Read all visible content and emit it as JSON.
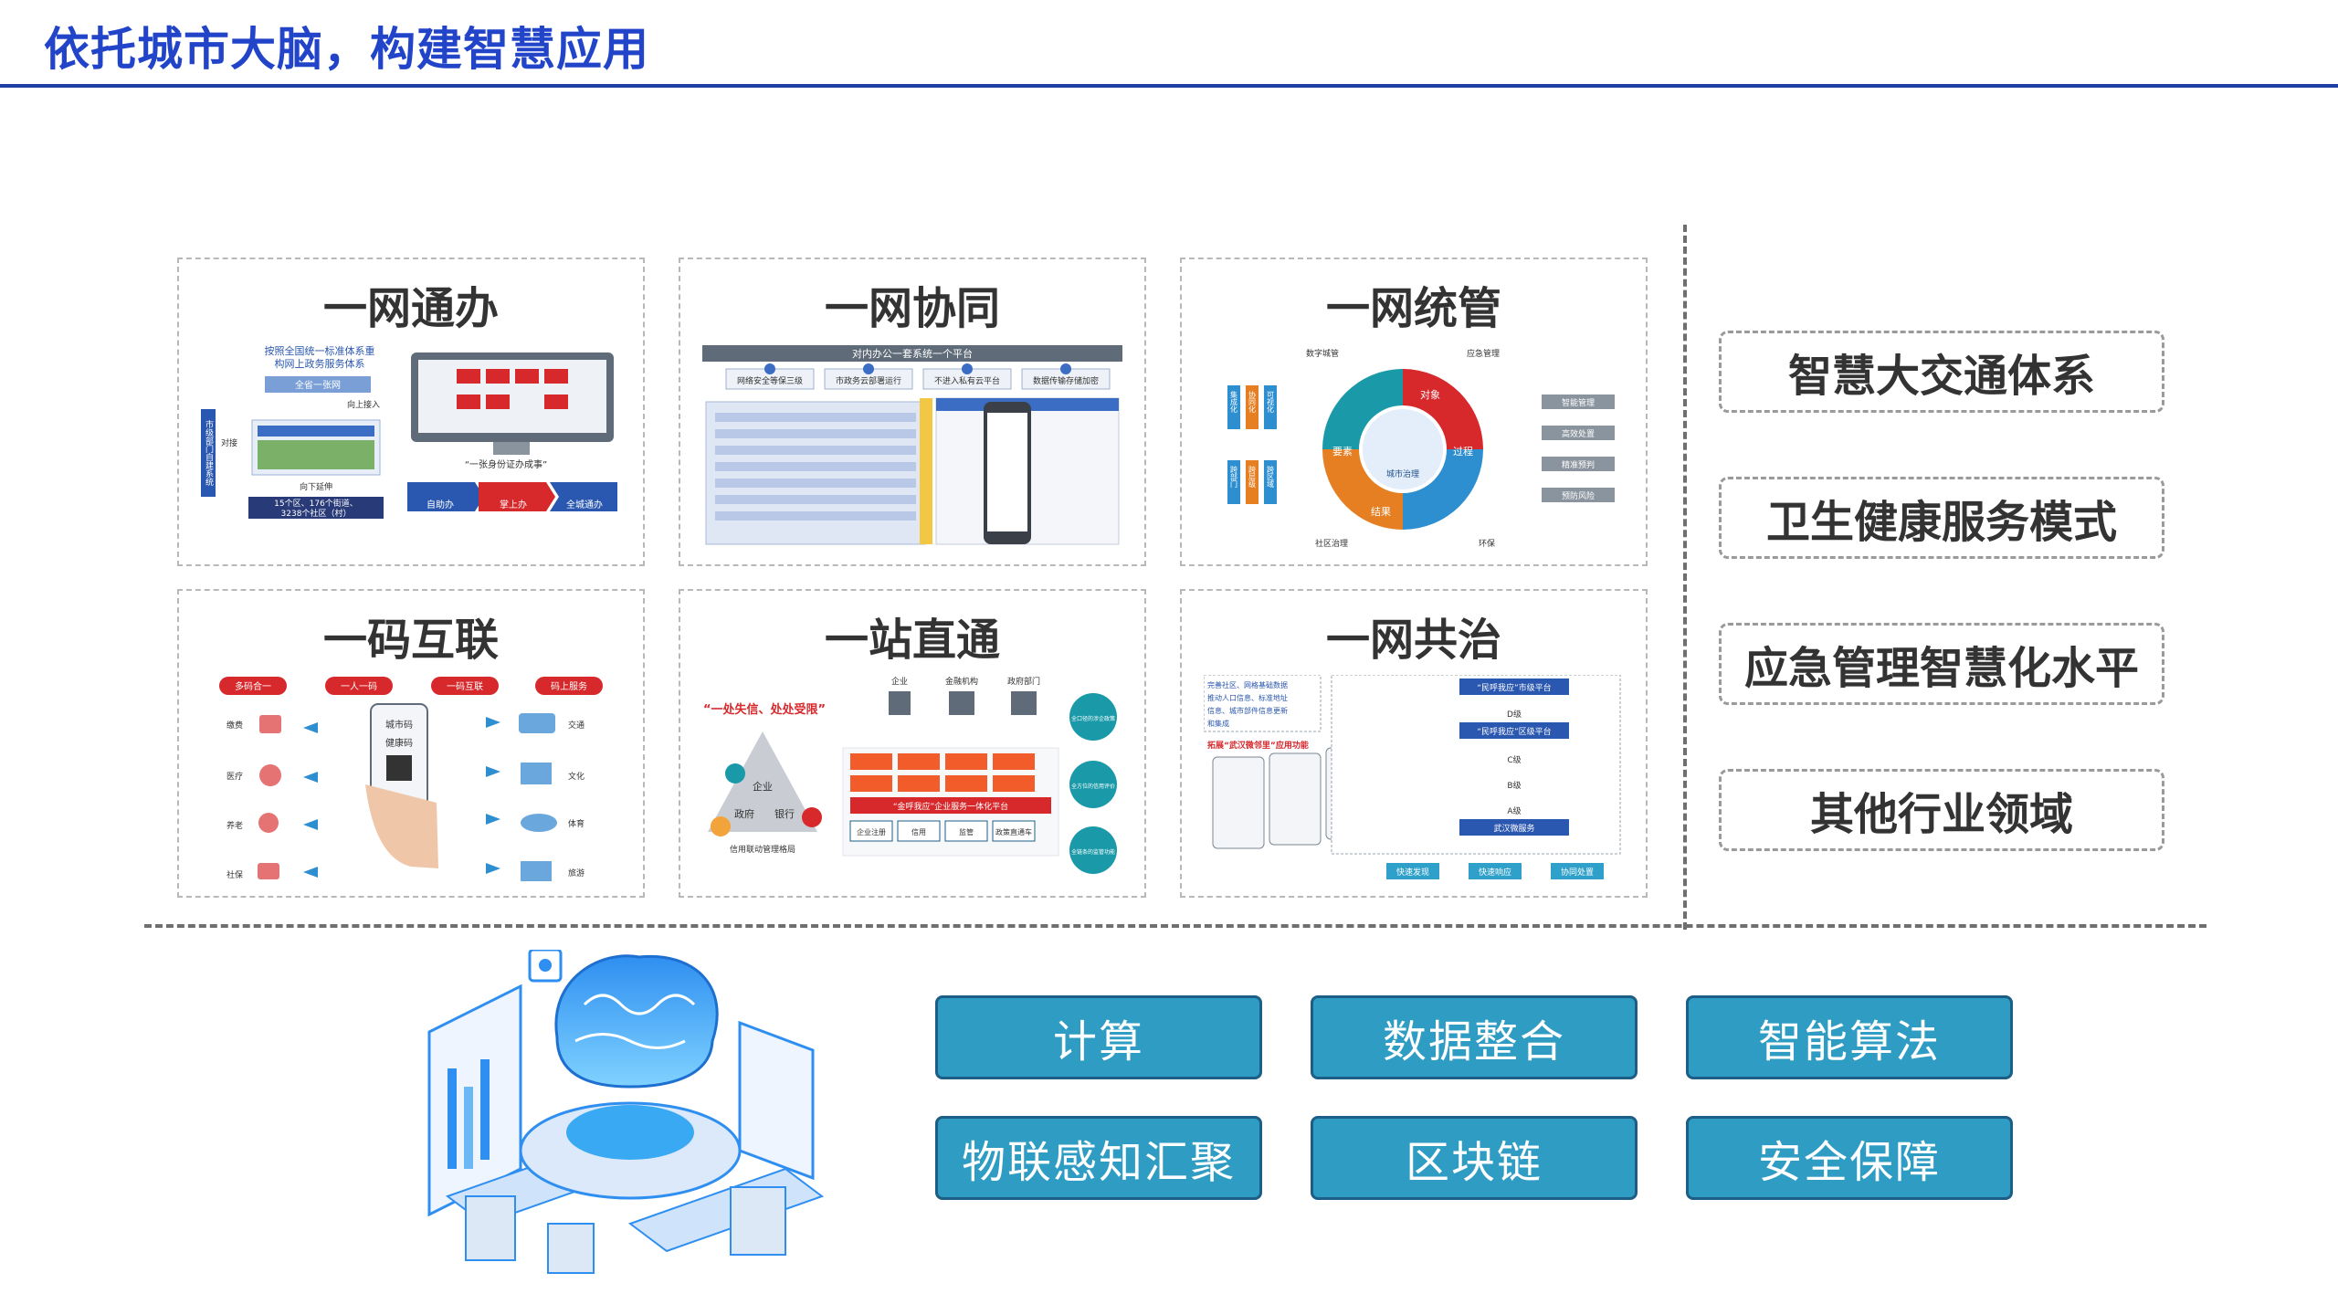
{
  "header": {
    "title": "依托城市大脑，构建智慧应用"
  },
  "panels": [
    {
      "title": "一网通办",
      "labels": {
        "l1": "按照全国统一标准体系重",
        "l2": "构网上政务服务体系",
        "net": "全省一张网",
        "up": "向上接入",
        "side": "市级部门自建系统",
        "dock": "对接",
        "down": "向下延伸",
        "count": "15个区、176个街道、",
        "count2": "3238个社区（村）",
        "slogan": "“一张身份证办成事”",
        "step1": "自助办",
        "step2": "掌上办",
        "step3": "全城通办"
      }
    },
    {
      "title": "一网协同",
      "labels": {
        "top": "对内办公一套系统一个平台",
        "c1": "网络安全等保三级",
        "c2": "市政务云部署运行",
        "c3": "不进入私有云平台",
        "c4": "数据传输存储加密"
      }
    },
    {
      "title": "一网统管",
      "labels": {
        "tl": "数字城管",
        "tr": "应急管理",
        "bl": "社区治理",
        "br": "环保",
        "obj": "对象",
        "elem": "要素",
        "proc": "过程",
        "res": "结果",
        "center": "城市治理",
        "v1": "集成化",
        "v2": "协同化",
        "v3": "可视化",
        "v4": "跨部门",
        "v5": "跨层级",
        "v6": "跨区域",
        "r1": "智能管理",
        "r2": "高效处置",
        "r3": "精准预判",
        "r4": "预防风险"
      }
    },
    {
      "title": "一码互联",
      "labels": {
        "h1": "多码合一",
        "h2": "一人一码",
        "h3": "一码互联",
        "h4": "码上服务",
        "p1": "城市码",
        "p2": "健康码",
        "lf1": "缴费",
        "lf2": "医疗",
        "lf3": "养老",
        "lf4": "社保",
        "rt1": "交通",
        "rt2": "文化",
        "rt3": "体育",
        "rt4": "旅游"
      }
    },
    {
      "title": "一站直通",
      "labels": {
        "slogan": "“一处失信、处处受限”",
        "n1": "企业",
        "n2": "政府",
        "n3": "银行",
        "bottom": "信用联动管理格局",
        "top1": "企业",
        "top2": "金融机构",
        "top3": "政府部门",
        "mid": "“金呼我应”企业服务一体化平台",
        "b1": "企业注册",
        "b2": "信用",
        "b3": "监管",
        "b4": "政策直通车",
        "c1": "全口径的涉企政策",
        "c2": "全方位的信用评价",
        "c3": "全链条的监管功能"
      }
    },
    {
      "title": "一网共治",
      "labels": {
        "t1": "完善社区、网格基础数据",
        "t2": "推动人口信息、标准地址",
        "t3": "信息、城市部件信息更新",
        "t4": "和集成",
        "s1": "拓展“武汉微邻里”应用功能",
        "city": "“民呼我应”市级平台",
        "dist": "“民呼我应”区级平台",
        "lvA": "A级",
        "lvB": "B级",
        "lvC": "C级",
        "lvD": "D级",
        "mini": "武汉微服务",
        "k1": "快速发现",
        "k2": "快速响应",
        "k3": "协同处置"
      }
    }
  ],
  "right_items": [
    "智慧大交通体系",
    "卫生健康服务模式",
    "应急管理智慧化水平",
    "其他行业领域"
  ],
  "tech_buttons": [
    "计算",
    "数据整合",
    "智能算法",
    "物联感知汇聚",
    "区块链",
    "安全保障"
  ],
  "colors": {
    "title_blue": "#2144c9",
    "rule_blue": "#1f3ea3",
    "tech_fill": "#2e9cc3",
    "tech_border": "#1d5e86",
    "accent_red": "#d7282b",
    "accent_teal": "#1a9aa8"
  }
}
